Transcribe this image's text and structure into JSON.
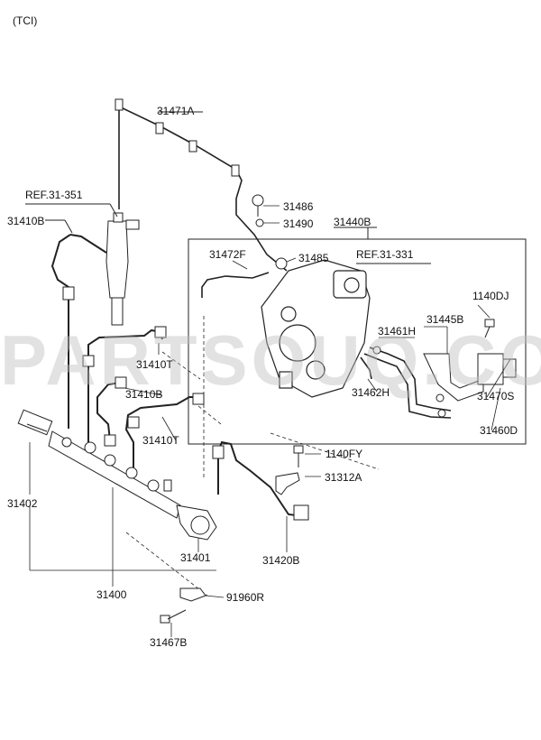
{
  "header": {
    "variant": "(TCI)"
  },
  "watermark": "PARTSOUQ.COM",
  "labels": {
    "l31471A": "31471A",
    "ref31351": "REF.31-351",
    "l31410B_top": "31410B",
    "l31486": "31486",
    "l31490": "31490",
    "l31440B": "31440B",
    "l31472F": "31472F",
    "l31485": "31485",
    "ref31331": "REF.31-331",
    "l1140DJ": "1140DJ",
    "l31461H": "31461H",
    "l31445B": "31445B",
    "l31410T_upper": "31410T",
    "l31410B_mid": "31410B",
    "l31462H": "31462H",
    "l31470S": "31470S",
    "l31460D": "31460D",
    "l31410T_lower": "31410T",
    "l1140FY": "1140FY",
    "l31312A": "31312A",
    "l31402": "31402",
    "l31401": "31401",
    "l31420B": "31420B",
    "l31400": "31400",
    "l91960R": "91960R",
    "l31467B": "31467B"
  },
  "colors": {
    "line": "#222222",
    "watermark": "#bebebe"
  }
}
